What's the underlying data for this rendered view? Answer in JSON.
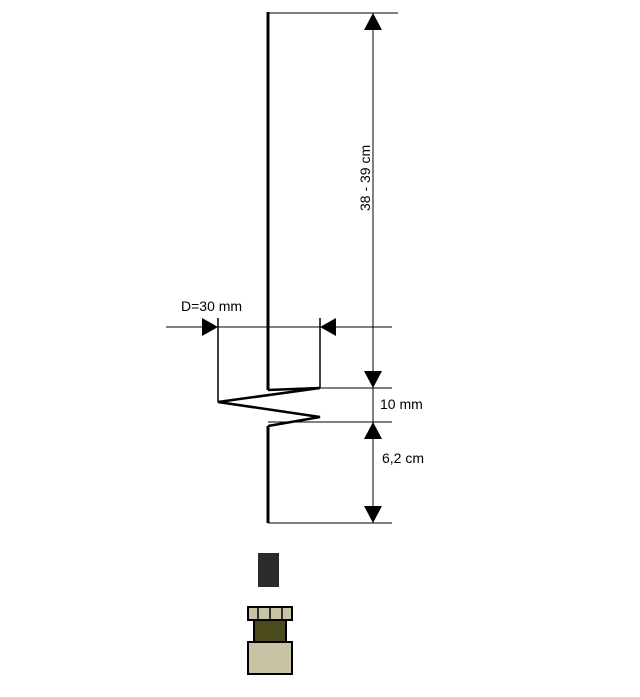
{
  "labels": {
    "antenna_length": "38 - 39 cm",
    "coil_diameter": "D=30 mm",
    "coil_gap": "10 mm",
    "base_length": "6,2 cm"
  },
  "colors": {
    "line": "#000000",
    "background": "#ffffff",
    "sleeve": "#2b2b2b",
    "connector_body": "#4b4a1c",
    "connector_light": "#c8c3a4"
  },
  "icons": {
    "connector": "connector-icon",
    "sleeve": "sleeve-icon"
  }
}
